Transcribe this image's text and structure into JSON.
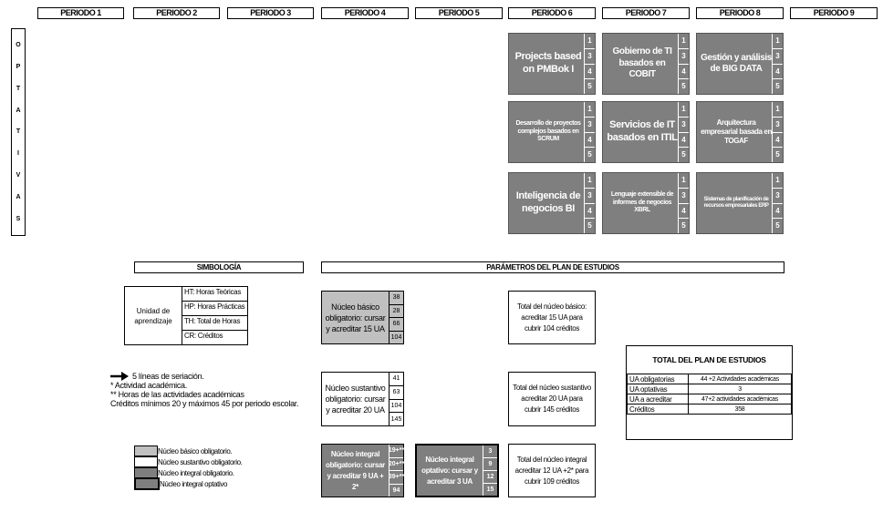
{
  "periods": [
    "PERIODO 1",
    "PERIODO 2",
    "PERIODO 3",
    "PERIODO 4",
    "PERIODO 5",
    "PERIODO 6",
    "PERIODO 7",
    "PERIODO 8",
    "PERIODO 9"
  ],
  "optativas_letters": [
    "O",
    "P",
    "T",
    "A",
    "T",
    "I",
    "V",
    "A",
    "S"
  ],
  "courses": [
    {
      "name": "Projects based on PMBok I",
      "nums": [
        "1",
        "3",
        "4",
        "5"
      ]
    },
    {
      "name": "Gobierno de TI basados en COBIT",
      "nums": [
        "1",
        "3",
        "4",
        "5"
      ]
    },
    {
      "name": "Gestión y análisis de BIG DATA",
      "nums": [
        "1",
        "3",
        "4",
        "5"
      ]
    },
    {
      "name": "Desarrollo de proyectos complejos basados en SCRUM",
      "nums": [
        "1",
        "3",
        "4",
        "5"
      ]
    },
    {
      "name": "Servicios de IT basados en ITIL",
      "nums": [
        "1",
        "3",
        "4",
        "5"
      ]
    },
    {
      "name": "Arquitectura empresarial basada en TOGAF",
      "nums": [
        "1",
        "3",
        "4",
        "5"
      ]
    },
    {
      "name": "Inteligencia de negocios BI",
      "nums": [
        "1",
        "3",
        "4",
        "5"
      ]
    },
    {
      "name": "Lenguaje extensible de informes de negocios XBRL",
      "nums": [
        "1",
        "3",
        "4",
        "5"
      ]
    },
    {
      "name": "Sistemas de planificación de recursos empresariales ERP",
      "nums": [
        "1",
        "3",
        "4",
        "5"
      ]
    }
  ],
  "simbologia": {
    "title": "SIMBOLOGÍA",
    "unidad": "Unidad de aprendizaje",
    "rows": [
      "HT: Horas Teóricas",
      "HP: Horas Prácticas",
      "TH: Total de Horas",
      "CR: Créditos"
    ],
    "notes": [
      "5 líneas de seriación.",
      "* Actividad académica.",
      "** Horas de las actividades académicas",
      "Créditos mínimos 20 y máximos 45 por periodo escolar."
    ],
    "legend": [
      "Núcleo básico obligatorio.",
      "Núcleo sustantivo obligatorio.",
      "Núcleo integral obligatorio.",
      "Núcleo integral optativo"
    ]
  },
  "parametros": {
    "title": "PARÁMETROS DEL PLAN DE ESTUDIOS",
    "basico": {
      "label": "Núcleo básico obligatorio: cursar y acreditar 15 UA",
      "vals": [
        "38",
        "28",
        "66",
        "104"
      ],
      "total": "Total del núcleo básico: acreditar 15 UA para cubrir 104 créditos"
    },
    "sustantivo": {
      "label": "Núcleo sustantivo obligatorio: cursar y acreditar 20 UA",
      "vals": [
        "41",
        "63",
        "104",
        "145"
      ],
      "total": "Total del núcleo sustantivo acreditar 20 UA para cubrir 145 créditos"
    },
    "integral": {
      "label": "Núcleo integral obligatorio: cursar y acreditar 9 UA + 2*",
      "vals": [
        "19+**",
        "20+**",
        "39+**",
        "94"
      ],
      "total": "Total del núcleo integral acreditar 12 UA +2* para cubrir 109 créditos"
    },
    "optativo": {
      "label": "Núcleo integral optativo: cursar y acreditar 3 UA",
      "vals": [
        "3",
        "9",
        "12",
        "15"
      ]
    }
  },
  "total_plan": {
    "title": "TOTAL DEL PLAN DE ESTUDIOS",
    "rows": [
      [
        "UA obligatorias",
        "44 +2 Actividades académicas"
      ],
      [
        "UA optativas",
        "3"
      ],
      [
        "UA a acreditar",
        "47+2 actividades académicas"
      ],
      [
        "Créditos",
        "358"
      ]
    ]
  },
  "colors": {
    "dark_gray": "#7f7f7f",
    "light_gray": "#c0c0c0"
  }
}
